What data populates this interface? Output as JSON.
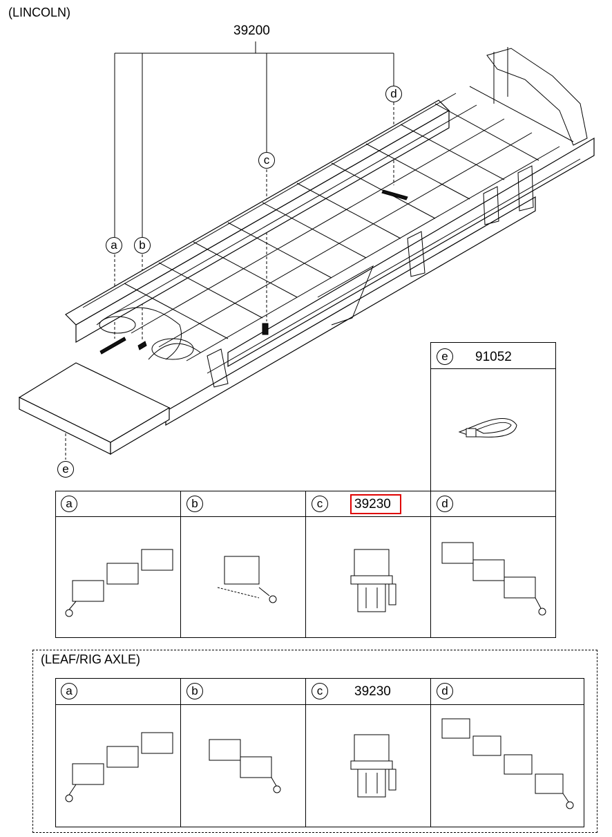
{
  "variant_top": "(LINCOLN)",
  "variant_bottom": "(LEAF/RIG AXLE)",
  "main_part_number": "39200",
  "callouts": {
    "a": "a",
    "b": "b",
    "c": "c",
    "d": "d",
    "e": "e"
  },
  "box_e": {
    "letter": "e",
    "part_number": "91052"
  },
  "top_table": {
    "cells": [
      {
        "letter": "a",
        "part_number": ""
      },
      {
        "letter": "b",
        "part_number": ""
      },
      {
        "letter": "c",
        "part_number": "39230"
      },
      {
        "letter": "d",
        "part_number": ""
      }
    ]
  },
  "bottom_table": {
    "cells": [
      {
        "letter": "a",
        "part_number": ""
      },
      {
        "letter": "b",
        "part_number": ""
      },
      {
        "letter": "c",
        "part_number": "39230"
      },
      {
        "letter": "d",
        "part_number": ""
      }
    ]
  },
  "colors": {
    "line": "#000000",
    "highlight": "#e00000",
    "background": "#ffffff"
  }
}
